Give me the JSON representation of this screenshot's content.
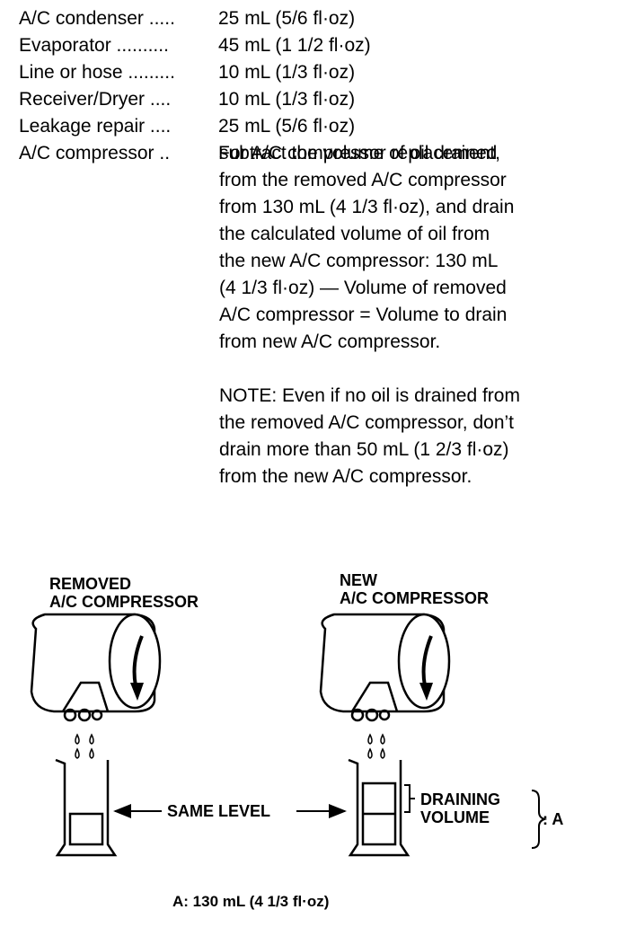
{
  "spec_rows": [
    {
      "label": "A/C condenser  .....",
      "value": "25 mL (5/6 fl·oz)"
    },
    {
      "label": "Evaporator  ..........",
      "value": "45 mL (1 1/2 fl·oz)"
    },
    {
      "label": "Line or hose  .........",
      "value": "10 mL (1/3 fl·oz)"
    },
    {
      "label": "Receiver/Dryer  ....",
      "value": "10 mL (1/3 fl·oz)"
    },
    {
      "label": "Leakage repair  ....",
      "value": "25 mL (5/6 fl·oz)"
    },
    {
      "label": "A/C compressor  ..",
      "value": "For A/C compressor replacement,"
    }
  ],
  "description_lines": [
    "subtract the volume of oil drained",
    "from the removed A/C compressor",
    "from 130 mL (4 1/3 fl·oz), and drain",
    "the calculated volume of oil from",
    "the new A/C compressor: 130 mL",
    "(4 1/3 fl·oz) — Volume of removed",
    "A/C compressor = Volume to drain",
    "from new A/C compressor."
  ],
  "note_lines": [
    "NOTE: Even if no oil is drained from",
    "the removed A/C compressor, don’t",
    "drain more than 50 mL (1 2/3 fl·oz)",
    "from the new A/C compressor."
  ],
  "figure": {
    "removed_line1": "REMOVED",
    "removed_line2": "A/C COMPRESSOR",
    "new_line1": "NEW",
    "new_line2": "A/C COMPRESSOR",
    "same_level": "SAME LEVEL",
    "draining_line1": "DRAINING",
    "draining_line2": "VOLUME",
    "a_marker": ": A"
  },
  "footnote": "A: 130 mL (4 1/3 fl·oz)"
}
